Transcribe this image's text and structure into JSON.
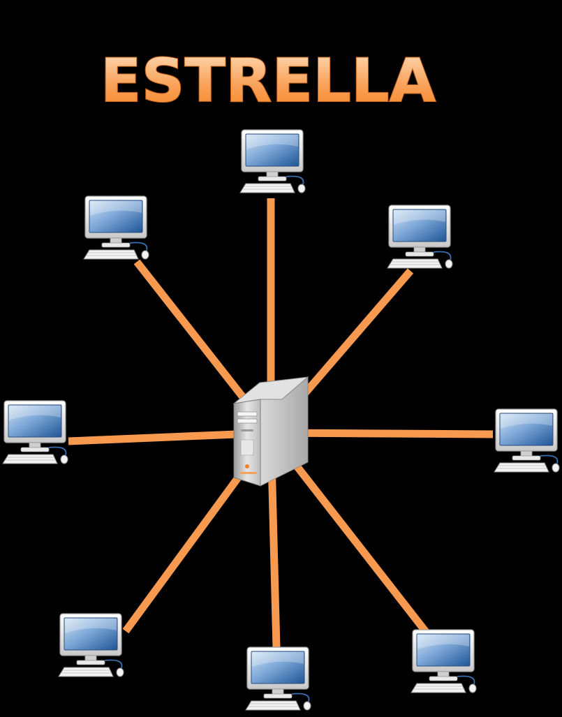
{
  "title": "ESTRELLA",
  "colors": {
    "background": "#000000",
    "link": "#F79A4F",
    "title_top": "#FFE0BF",
    "title_bottom": "#F58220",
    "title_stroke": "#D4671A",
    "monitor_screen_top": "#C6DBEF",
    "monitor_screen_bottom": "#2E68A8",
    "device_body": "#D8D8D8"
  },
  "topology": {
    "type": "star",
    "hub": {
      "kind": "server",
      "icon": "server-tower-icon"
    },
    "nodes": [
      {
        "id": "top",
        "icon": "desktop-computer-icon"
      },
      {
        "id": "upper-left",
        "icon": "desktop-computer-icon"
      },
      {
        "id": "upper-right",
        "icon": "desktop-computer-icon"
      },
      {
        "id": "left",
        "icon": "desktop-computer-icon"
      },
      {
        "id": "right",
        "icon": "desktop-computer-icon"
      },
      {
        "id": "lower-left",
        "icon": "desktop-computer-icon"
      },
      {
        "id": "bottom",
        "icon": "desktop-computer-icon"
      },
      {
        "id": "lower-right",
        "icon": "desktop-computer-icon"
      }
    ]
  }
}
